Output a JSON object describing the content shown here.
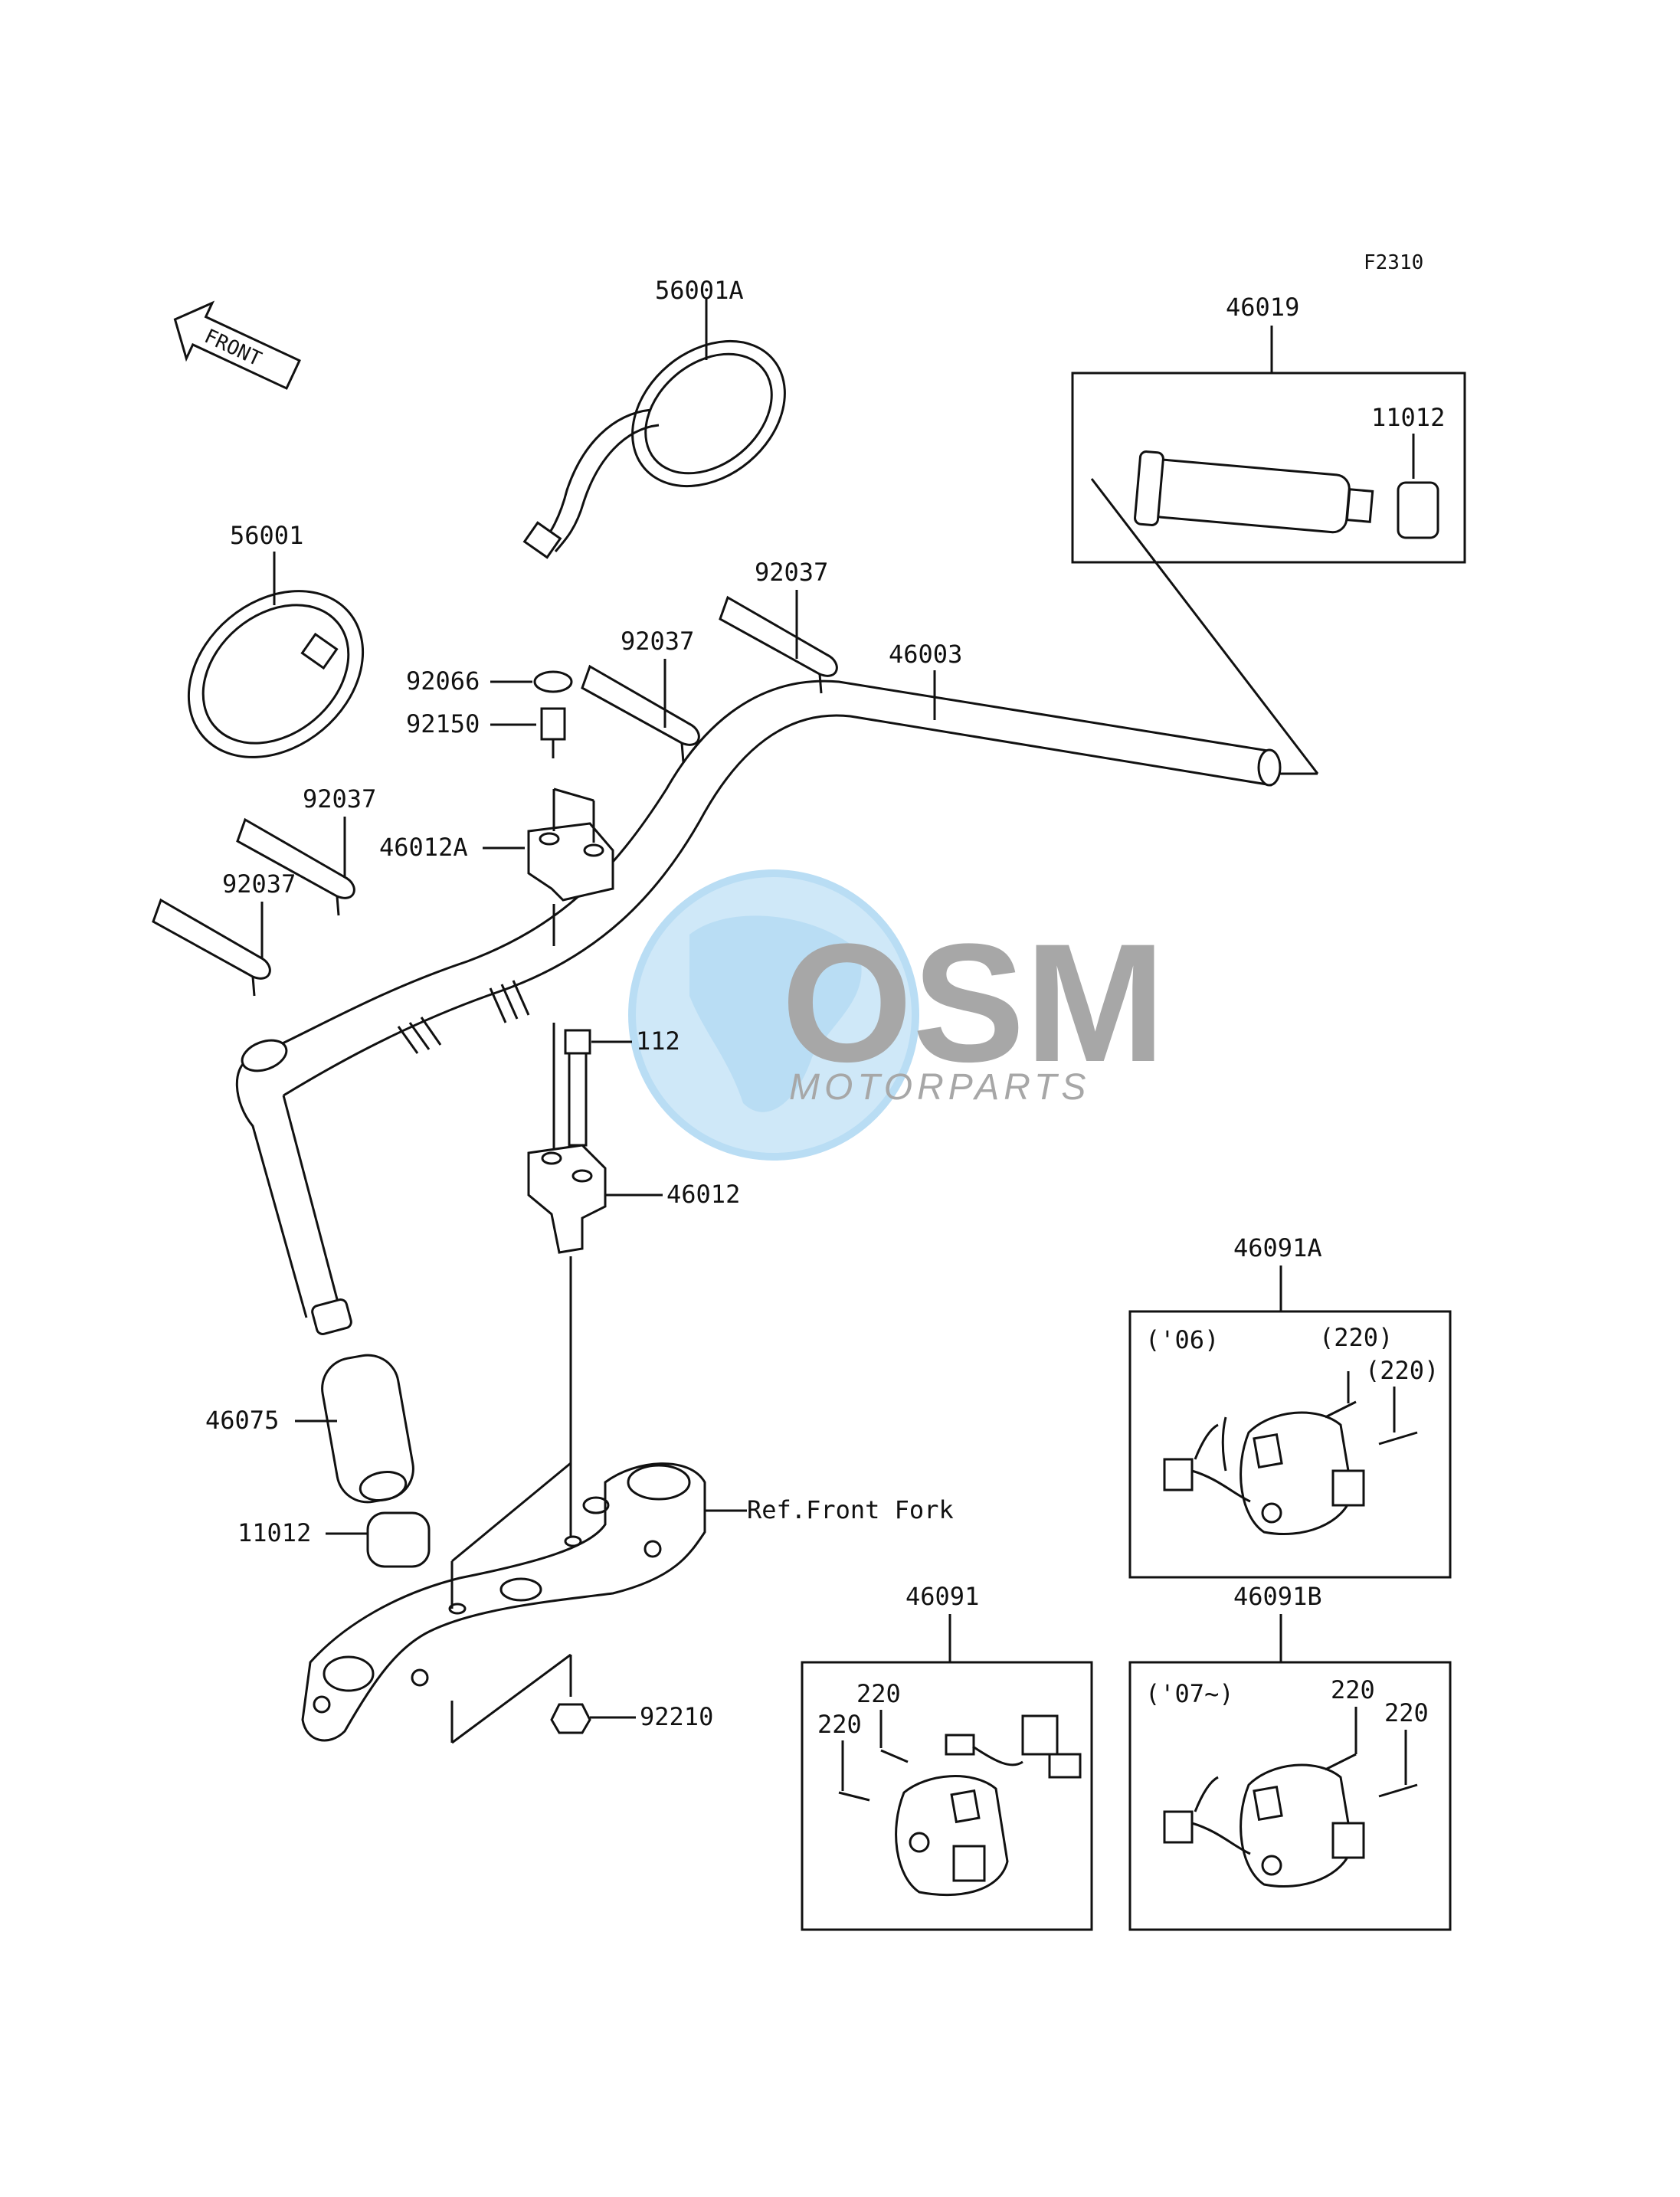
{
  "figure_code": "F2310",
  "front_label": "FRONT",
  "watermark": {
    "brand": "OSM",
    "sub": "MOTORPARTS",
    "colors": {
      "globe": "#cfe8f8",
      "globe_land": "#b9ddf4",
      "letters": "#a7a7a7"
    }
  },
  "callouts": {
    "p56001A": "56001A",
    "p56001": "56001",
    "p46019": "46019",
    "p11012_top": "11012",
    "p92037_a": "92037",
    "p92037_b": "92037",
    "p92037_c": "92037",
    "p92037_d": "92037",
    "p92066": "92066",
    "p92150": "92150",
    "p46003": "46003",
    "p46012A": "46012A",
    "p112": "112",
    "p46012": "46012",
    "p46075": "46075",
    "p11012_bottom": "11012",
    "ref_front_fork": "Ref.Front Fork",
    "p92210": "92210",
    "p46091A": "46091A",
    "p46091": "46091",
    "p46091B": "46091B"
  },
  "boxes": {
    "box_46091A": {
      "year": "('06)",
      "screw1": "(220)",
      "screw2": "(220)"
    },
    "box_46091": {
      "screw1": "220",
      "screw2": "220"
    },
    "box_46091B": {
      "year": "('07~)",
      "screw1": "220",
      "screw2": "220"
    }
  }
}
